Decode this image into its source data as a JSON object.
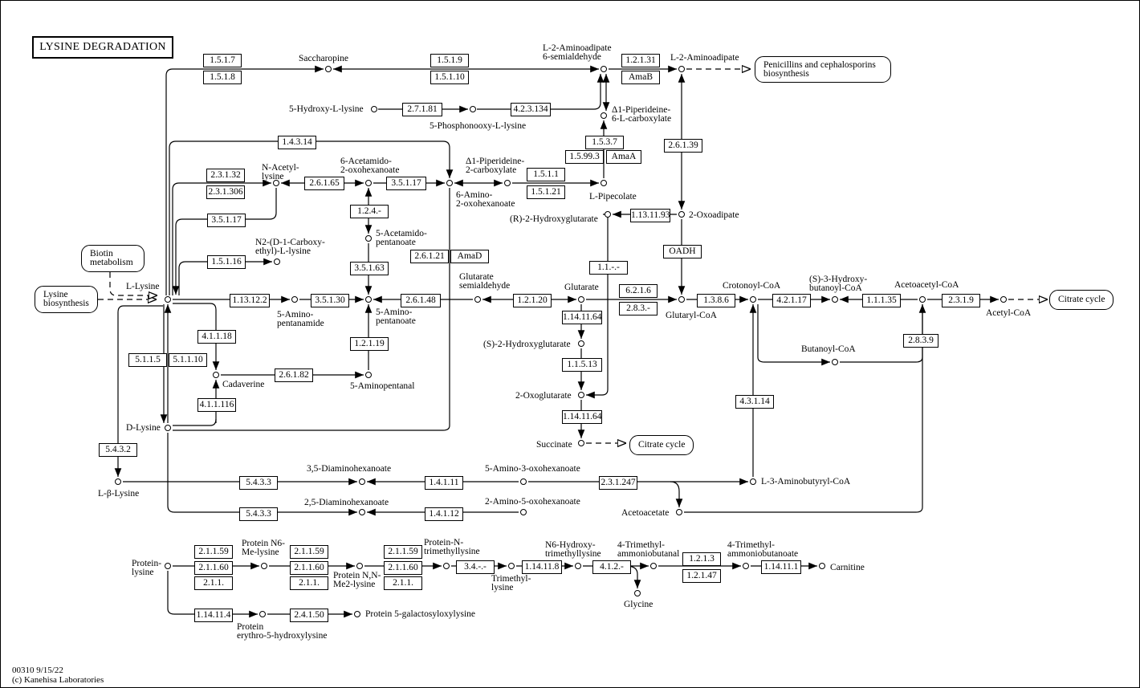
{
  "title": "LYSINE DEGRADATION",
  "footer": {
    "map_id_date": "00310 9/15/22",
    "copyright": "(c) Kanehisa Laboratories"
  },
  "maps": [
    {
      "id": "penicillins",
      "label": "Penicillins and cephalosporins\nbiosynthesis"
    },
    {
      "id": "biotin",
      "label": "Biotin\nmetabolism"
    },
    {
      "id": "lysine-biosynthesis",
      "label": "Lysine\nbiosynthesis"
    },
    {
      "id": "citrate-cycle-1",
      "label": "Citrate cycle"
    },
    {
      "id": "citrate-cycle-2",
      "label": "Citrate cycle"
    }
  ],
  "compounds": [
    "Saccharopine",
    "L-2-Aminoadipate\n6-semialdehyde",
    "L-2-Aminoadipate",
    "5-Hydroxy-L-lysine",
    "5-Phosphonooxy-L-lysine",
    "Δ1-Piperideine-\n6-L-carboxylate",
    "N-Acetyl-\nlysine",
    "6-Acetamido-\n2-oxohexanoate",
    "Δ1-Piperideine-\n2-carboxylate",
    "6-Amino-\n2-oxohexanoate",
    "L-Pipecolate",
    "(R)-2-Hydroxyglutarate",
    "2-Oxoadipate",
    "5-Acetamido-\npentanoate",
    "N2-(D-1-Carboxy-\nethyl)-L-lysine",
    "L-Lysine",
    "5-Amino-\npentanamide",
    "5-Amino-\npentanoate",
    "Glutarate\nsemialdehyde",
    "Glutarate",
    "Glutaryl-CoA",
    "Crotonoyl-CoA",
    "(S)-3-Hydroxy-\nbutanoyl-CoA",
    "Acetoacetyl-CoA",
    "Acetyl-CoA",
    "(S)-2-Hydroxyglutarate",
    "Butanoyl-CoA",
    "Cadaverine",
    "5-Aminopentanal",
    "2-Oxoglutarate",
    "D-Lysine",
    "Succinate",
    "L-β-Lysine",
    "3,5-Diaminohexanoate",
    "5-Amino-3-oxohexanoate",
    "L-3-Aminobutyryl-CoA",
    "2,5-Diaminohexanoate",
    "2-Amino-5-oxohexanoate",
    "Acetoacetate",
    "Protein-\nlysine",
    "Protein N6-\nMe-lysine",
    "Protein N,N-\nMe2-lysine",
    "Protein-N-\ntrimethyllysine",
    "Trimethyl-\nlysine",
    "N6-Hydroxy-\ntrimethyllysine",
    "4-Trimethyl-\nammoniobutanal",
    "Glycine",
    "4-Trimethyl-\nammoniobutanoate",
    "Carnitine",
    "Protein\nerythro-5-hydroxylysine",
    "Protein 5-galactosyloxylysine"
  ],
  "enzymes": [
    "1.5.1.7",
    "1.5.1.8",
    "1.5.1.9",
    "1.5.1.10",
    "1.2.1.31",
    "AmaB",
    "2.7.1.81",
    "4.2.3.134",
    "1.4.3.14",
    "2.3.1.32",
    "2.3.1.306",
    "2.6.1.65",
    "3.5.1.17",
    "3.5.1.17",
    "1.5.3.7",
    "1.5.99.3",
    "AmaA",
    "1.5.1.1",
    "1.5.1.21",
    "2.6.1.39",
    "1.2.4.-",
    "1.13.11.93",
    "OADH",
    "1.5.1.16",
    "2.6.1.21",
    "AmaD",
    "3.5.1.63",
    "1.1.-.-",
    "1.13.12.2",
    "3.5.1.30",
    "2.6.1.48",
    "1.2.1.20",
    "6.2.1.6",
    "2.8.3.-",
    "1.3.8.6",
    "4.2.1.17",
    "1.1.1.35",
    "2.3.1.9",
    "4.1.1.18",
    "1.14.11.64",
    "1.2.1.19",
    "5.1.1.5",
    "5.1.1.10",
    "2.6.1.82",
    "1.1.5.13",
    "2.8.3.9",
    "4.1.1.116",
    "4.3.1.14",
    "1.14.11.64",
    "5.4.3.2",
    "5.4.3.3",
    "1.4.1.11",
    "2.3.1.247",
    "5.4.3.3",
    "1.4.1.12",
    "2.1.1.59",
    "2.1.1.60",
    "2.1.1.",
    "2.1.1.59",
    "2.1.1.60",
    "2.1.1.",
    "2.1.1.59",
    "2.1.1.60",
    "2.1.1.",
    "3.4.-.-",
    "1.14.11.8",
    "4.1.2.-",
    "1.2.1.3",
    "1.2.1.47",
    "1.14.11.1",
    "1.14.11.4",
    "2.4.1.50"
  ]
}
